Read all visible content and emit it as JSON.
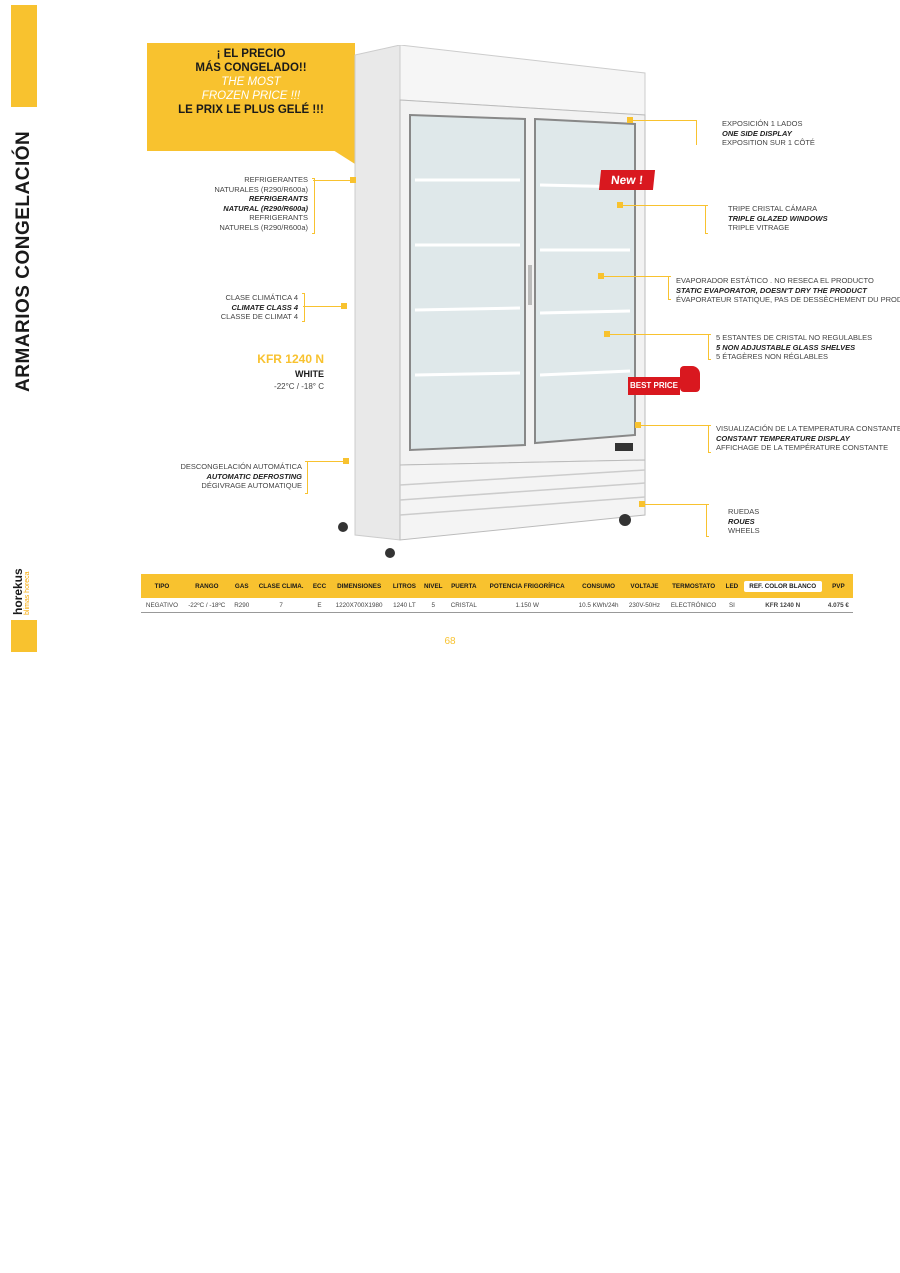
{
  "side": {
    "title": "ARMARIOS CONGELACIÓN",
    "brand": "horekus",
    "brand_sub": "blimas horeca"
  },
  "promo": {
    "line1": "¡ EL PRECIO",
    "line2": "MÁS CONGELADO!!",
    "line3": "THE MOST",
    "line4": "FROZEN PRICE !!!",
    "line5": "LE PRIX LE PLUS GELÉ !!!"
  },
  "left_labels": {
    "refrigerants": [
      "REFRIGERANTES",
      "NATURALES (R290/R600a)",
      "REFRIGERANTS",
      "NATURAL (R290/R600a)",
      "REFRIGERANTS",
      "NATURELS (R290/R600a)"
    ],
    "climate": [
      "CLASE CLIMÁTICA 4",
      "CLIMATE CLASS 4",
      "CLASSE DE CLIMAT 4"
    ],
    "defrost": [
      "DESCONGELACIÓN AUTOMÁTICA",
      "AUTOMATIC DEFROSTING",
      "DÉGIVRAGE AUTOMATIQUE"
    ]
  },
  "model": {
    "name": "KFR 1240 N",
    "color": "WHITE",
    "range": "-22°C / -18° C"
  },
  "right_labels": {
    "display": [
      "EXPOSICIÓN 1 LADOS",
      "ONE SIDE DISPLAY",
      "EXPOSITION SUR 1 CÔTÉ"
    ],
    "glass": [
      "TRIPE CRISTAL CÁMARA",
      "TRIPLE GLAZED WINDOWS",
      "TRIPLE VITRAGE"
    ],
    "evaporator": [
      "EVAPORADOR ESTÁTICO . NO RESECA EL PRODUCTO",
      "STATIC EVAPORATOR, DOESN'T DRY THE PRODUCT",
      "ÉVAPORATEUR STATIQUE, PAS DE DESSÈCHEMENT DU PRODUI"
    ],
    "shelves": [
      "5 ESTANTES DE CRISTAL NO REGULABLES",
      "5 NON ADJUSTABLE GLASS SHELVES",
      "5 ÉTAGÈRES NON RÉGLABLES"
    ],
    "temp": [
      "VISUALIZACIÓN DE LA TEMPERATURA CONSTANTE",
      "CONSTANT TEMPERATURE DISPLAY",
      "AFFICHAGE DE LA TEMPÉRATURE CONSTANTE"
    ],
    "wheels": [
      "RUEDAS",
      "ROUES",
      "WHEELS"
    ]
  },
  "badges": {
    "new": "New !",
    "best": "BEST PRICE"
  },
  "table": {
    "headers": [
      "TIPO",
      "RANGO",
      "GAS",
      "CLASE CLIMA.",
      "ECC",
      "DIMENSIONES",
      "LITROS",
      "NIVEL",
      "PUERTA",
      "POTENCIA FRIGORÍFICA",
      "CONSUMO",
      "VOLTAJE",
      "TERMOSTATO",
      "LED",
      "REF. COLOR BLANCO",
      "PVP"
    ],
    "row": [
      "NEGATIVO",
      "-22ºC / -18ºC",
      "R290",
      "7",
      "E",
      "1220X700X1980",
      "1240 LT",
      "5",
      "CRISTAL",
      "1.150 W",
      "10.5 KWh/24h",
      "230V-50Hz",
      "ELECTRÓNICO",
      "SI",
      "KFR 1240 N",
      "4.075 €"
    ]
  },
  "page_number": "68",
  "colors": {
    "accent": "#f8c22f",
    "red": "#d9181f"
  }
}
